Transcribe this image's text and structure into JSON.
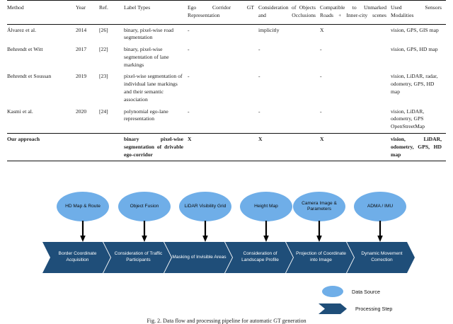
{
  "table": {
    "name": "related-work-comparison-table",
    "columns": [
      "Method",
      "Year",
      "Ref.",
      "Label Types",
      "Ego Corridor GT Representation",
      "Consideration of Objects and Occlusions",
      "Compatible to Unmarked Roads + Inner-city scenes",
      "Used Sensors Modalities"
    ],
    "rows": [
      {
        "method": "Álvarez et al.",
        "year": "2014",
        "ref": "[26]",
        "label_types": "binary, pixel-wise road segmentation",
        "ego_corridor": "-",
        "objects_occlusions": "implicitly",
        "unmarked_roads": "X",
        "sensors": "vision, GPS, GIS map"
      },
      {
        "method": "Behrendt et Witt",
        "year": "2017",
        "ref": "[22]",
        "label_types": "binary, pixel-wise segmentation of lane markings",
        "ego_corridor": "-",
        "objects_occlusions": "-",
        "unmarked_roads": "-",
        "sensors": "vision, GPS, HD map"
      },
      {
        "method": "Behrendt et Soussan",
        "year": "2019",
        "ref": "[23]",
        "label_types": "pixel-wise segmentation of individual lane markings and their semantic association",
        "ego_corridor": "-",
        "objects_occlusions": "-",
        "unmarked_roads": "-",
        "sensors": "vision, LiDAR, radar, odometry, GPS, HD map"
      },
      {
        "method": "Kasmi et al.",
        "year": "2020",
        "ref": "[24]",
        "label_types": "polynomial ego-lane representation",
        "ego_corridor": "-",
        "objects_occlusions": "-",
        "unmarked_roads": "-",
        "sensors": "vision, LiDAR, odometry, GPS OpenStreetMap"
      }
    ],
    "our_row": {
      "method": "Our approach",
      "year": "",
      "ref": "",
      "label_types": "binary pixel-wise segmentation of drivable ego-corridor",
      "ego_corridor": "X",
      "objects_occlusions": "X",
      "unmarked_roads": "X",
      "sensors": "vision, LiDAR, odometry, GPS, HD map"
    }
  },
  "diagram": {
    "data_sources": [
      {
        "label": "HD Map & Route"
      },
      {
        "label": "Object Fusion"
      },
      {
        "label": "LiDAR Visibility Grid"
      },
      {
        "label": "Height Map"
      },
      {
        "label": "Camera Image & Parameters"
      },
      {
        "label": "ADMA / IMU"
      }
    ],
    "processing_steps": [
      {
        "label": "Border Coordinate Acquisition"
      },
      {
        "label": "Consideration of Traffic Participants"
      },
      {
        "label": "Masking of Invisible Areas"
      },
      {
        "label": "Consideration of Landscape Profile"
      },
      {
        "label": "Projection of Coordinate into Image"
      },
      {
        "label": "Dynamic Movement Correction"
      }
    ],
    "legend": {
      "data_source_label": "Data Source",
      "processing_step_label": "Processing Step"
    },
    "colors": {
      "data_source_fill": "#6FAEE8",
      "processing_step_fill": "#1F4E79",
      "arrow": "#000000"
    }
  },
  "caption": "Fig. 2. Data flow and processing pipeline for automatic GT generation"
}
